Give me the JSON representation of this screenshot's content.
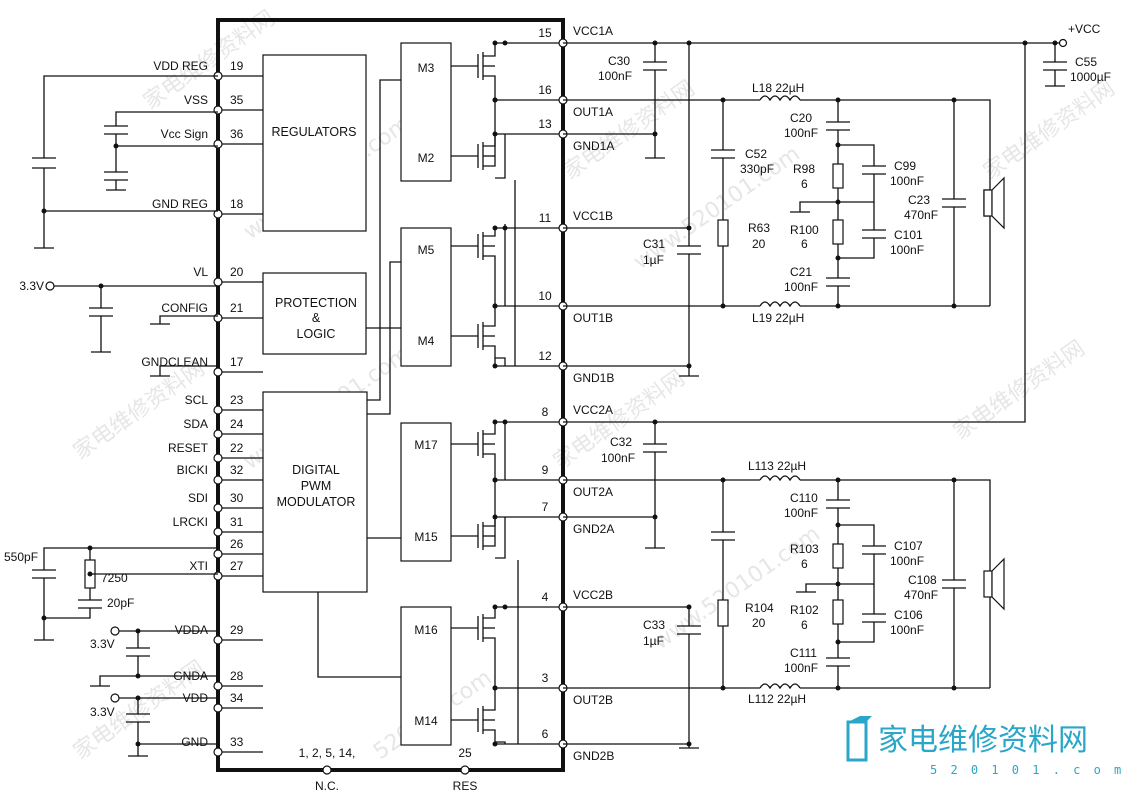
{
  "watermark": {
    "site": "www.520101.com",
    "brand": "家电维修资料网",
    "short": "520101.com"
  },
  "blocks": {
    "regulators": "REGULATORS",
    "protection_line1": "PROTECTION",
    "protection_line2": "&",
    "protection_line3": "LOGIC",
    "modulator_line1": "DIGITAL",
    "modulator_line2": "PWM",
    "modulator_line3": "MODULATOR",
    "m3": "M3",
    "m2": "M2",
    "m5": "M5",
    "m4": "M4",
    "m17": "M17",
    "m15": "M15",
    "m16": "M16",
    "m14": "M14"
  },
  "left_pins": [
    {
      "num": "19",
      "name": "VDD REG"
    },
    {
      "num": "35",
      "name": "VSS"
    },
    {
      "num": "36",
      "name": "Vcc Sign"
    },
    {
      "num": "18",
      "name": "GND REG"
    },
    {
      "num": "20",
      "name": "VL"
    },
    {
      "num": "21",
      "name": "CONFIG"
    },
    {
      "num": "17",
      "name": "GNDCLEAN"
    },
    {
      "num": "23",
      "name": "SCL"
    },
    {
      "num": "24",
      "name": "SDA"
    },
    {
      "num": "22",
      "name": "RESET"
    },
    {
      "num": "32",
      "name": "BICKI"
    },
    {
      "num": "30",
      "name": "SDI"
    },
    {
      "num": "31",
      "name": "LRCKI"
    },
    {
      "num": "26",
      "name": ""
    },
    {
      "num": "27",
      "name": "XTI"
    },
    {
      "num": "29",
      "name": "VDDA"
    },
    {
      "num": "28",
      "name": "GNDA"
    },
    {
      "num": "34",
      "name": "VDD"
    },
    {
      "num": "33",
      "name": "GND"
    }
  ],
  "right_pins": [
    {
      "num": "15",
      "name": "VCC1A"
    },
    {
      "num": "16",
      "name": "OUT1A"
    },
    {
      "num": "13",
      "name": "GND1A"
    },
    {
      "num": "11",
      "name": "VCC1B"
    },
    {
      "num": "10",
      "name": "OUT1B"
    },
    {
      "num": "12",
      "name": "GND1B"
    },
    {
      "num": "8",
      "name": "VCC2A"
    },
    {
      "num": "9",
      "name": "OUT2A"
    },
    {
      "num": "7",
      "name": "GND2A"
    },
    {
      "num": "4",
      "name": "VCC2B"
    },
    {
      "num": "3",
      "name": "OUT2B"
    },
    {
      "num": "6",
      "name": "GND2B"
    }
  ],
  "bottom": {
    "nc_pins": "1, 2, 5, 14,",
    "nc": "N.C.",
    "res_num": "25",
    "res": "RES"
  },
  "supply": {
    "vcc": "+VCC",
    "v33": "3.3V"
  },
  "components": {
    "c30": "C30",
    "c30_val": "100nF",
    "c31": "C31",
    "c31_val": "1µF",
    "c32": "C32",
    "c32_val": "100nF",
    "c33": "C33",
    "c33_val": "1µF",
    "c55": "C55",
    "c55_val": "1000µF",
    "l18": "L18 22µH",
    "l19": "L19 22µH",
    "l113": "L113 22µH",
    "l112": "L112 22µH",
    "c20": "C20",
    "c20_val": "100nF",
    "c21": "C21",
    "c21_val": "100nF",
    "c52": "C52",
    "c52_val": "330pF",
    "r63": "R63",
    "r63_val": "20",
    "r98": "R98",
    "r98_val": "6",
    "r100": "R100",
    "r100_val": "6",
    "c99": "C99",
    "c99_val": "100nF",
    "c101": "C101",
    "c101_val": "100nF",
    "c23": "C23",
    "c23_val": "470nF",
    "c110": "C110",
    "c110_val": "100nF",
    "c111": "C111",
    "c111_val": "100nF",
    "r104": "R104",
    "r104_val": "20",
    "r103": "R103",
    "r103_val": "6",
    "r102": "R102",
    "r102_val": "6",
    "c107": "C107",
    "c107_val": "100nF",
    "c106": "C106",
    "c106_val": "100nF",
    "c108": "C108",
    "c108_val": "470nF",
    "c550": "550pF",
    "r7250": "7250",
    "c20pf": "20pF"
  },
  "logo": {
    "text": "家电维修资料网",
    "url": "5 2 0 1 0 1 . c o m"
  }
}
